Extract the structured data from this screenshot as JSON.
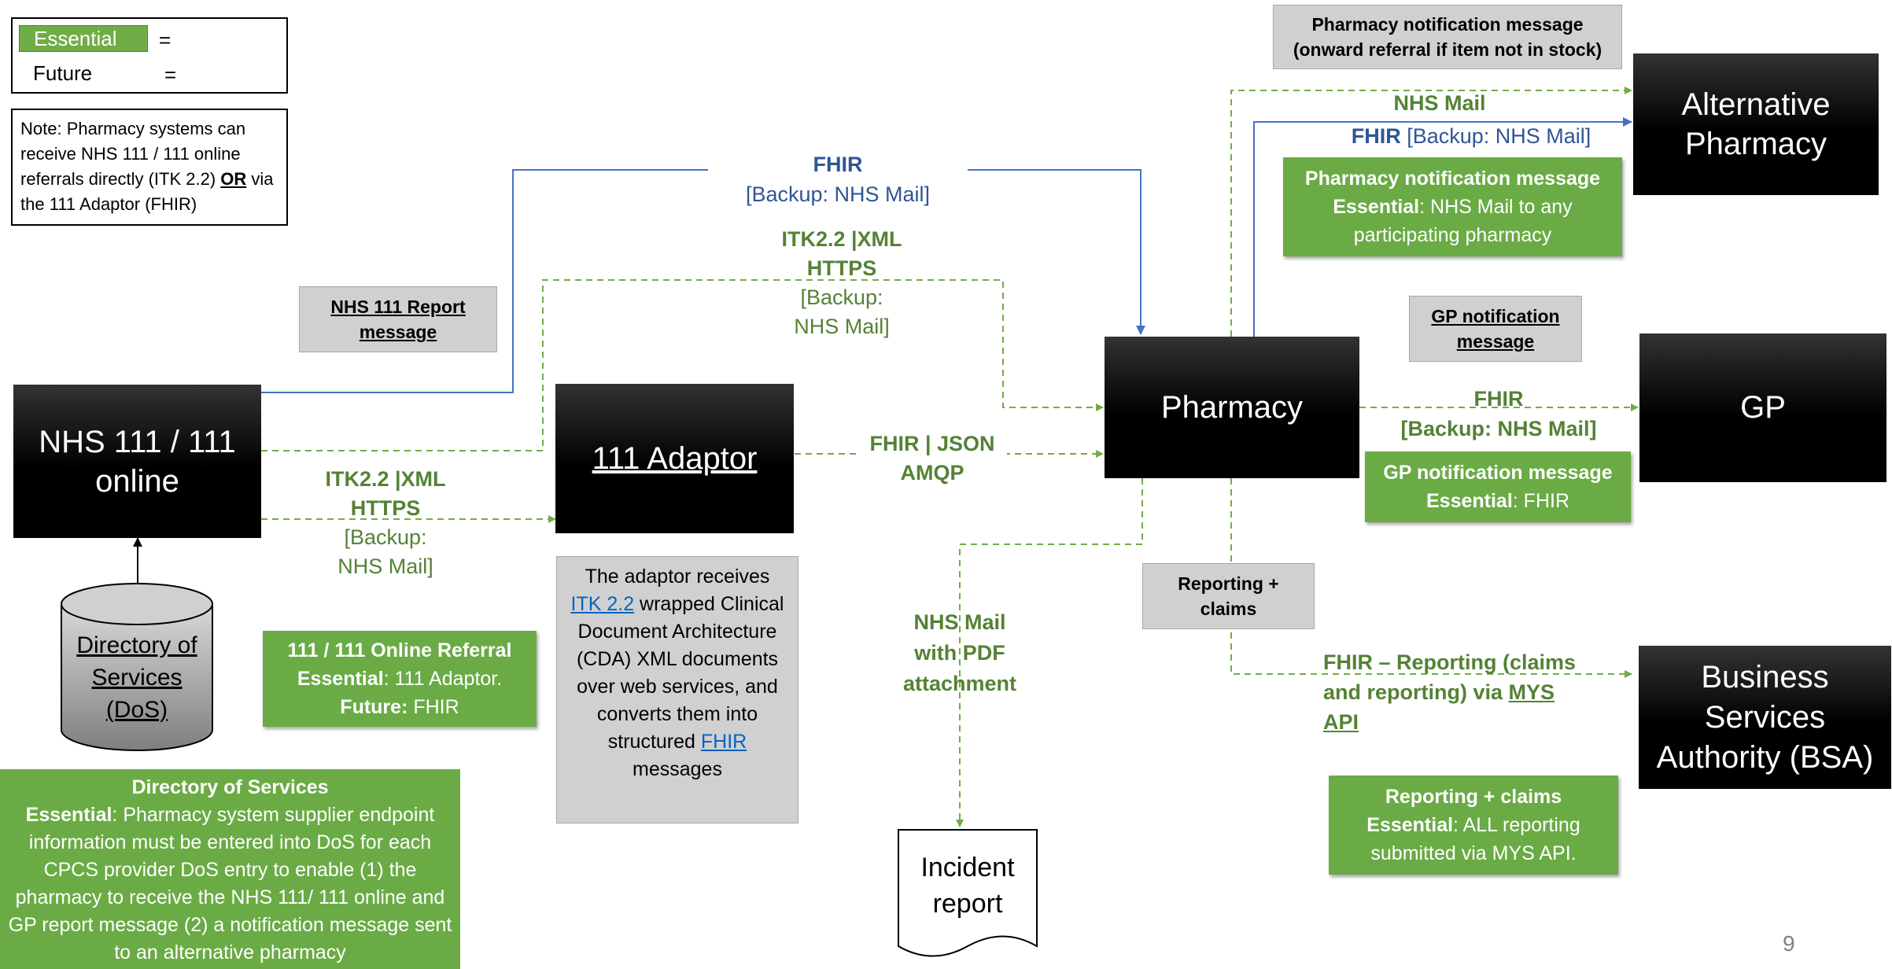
{
  "legend": {
    "essential_label": "Essential",
    "future_label": "Future",
    "equals": "="
  },
  "note": {
    "prefix": "Note:  Pharmacy systems can receive NHS 111 / 111 online referrals directly (ITK 2.2) ",
    "or": "OR",
    "suffix": " via the 111 Adaptor (FHIR)"
  },
  "nodes": {
    "nhs111": "NHS 111 / 111 online",
    "adaptor": "111 Adaptor",
    "pharmacy": "Pharmacy",
    "alt_pharmacy": "Alternative Pharmacy",
    "gp": "GP",
    "bsa": "Business Services Authority (BSA)",
    "dos": "Directory of Services (DoS)",
    "incident": "Incident report"
  },
  "gray_labels": {
    "nhs111_report": "NHS 111 Report message",
    "pharm_notif_1": "Pharmacy notification message",
    "pharm_notif_2": "(onward referral if item not in stock)",
    "gp_notif": "GP notification message",
    "reporting": "Reporting + claims"
  },
  "adaptor_desc": {
    "p1": "The adaptor receives ",
    "link1": "ITK 2.2",
    "p2": " wrapped Clinical Document Architecture (CDA) XML documents over web services, and converts them into structured ",
    "link2": "FHIR",
    "p3": " messages"
  },
  "edge_labels": {
    "fhir_top": "FHIR",
    "backup_top": "[Backup: NHS Mail]",
    "itk_top_1": "ITK2.2 |XML",
    "itk_top_2": "HTTPS",
    "itk_top_backup": "[Backup: NHS Mail]",
    "itk_left_1": "ITK2.2 |XML",
    "itk_left_2": "HTTPS",
    "itk_left_backup": "[Backup: NHS Mail]",
    "fhir_json_1": "FHIR | JSON",
    "fhir_json_2": "AMQP",
    "nhsmail_pdf_1": "NHS Mail",
    "nhsmail_pdf_2": "with PDF",
    "nhsmail_pdf_3": "attachment",
    "alt_nhsmail": "NHS Mail",
    "alt_fhir": "FHIR",
    "alt_backup": "[Backup: NHS Mail]",
    "gp_fhir": "FHIR",
    "gp_backup": "[Backup: NHS Mail]",
    "bsa_label_1": "FHIR –  Reporting (claims",
    "bsa_label_2": "and reporting) via ",
    "bsa_label_3": "MYS",
    "bsa_label_4": "API"
  },
  "green_boxes": {
    "referral_title": "111 / 111 Online  Referral",
    "referral_essential_key": "Essential",
    "referral_essential_val": ": 111 Adaptor.",
    "referral_future_key": "Future:",
    "referral_future_val": " FHIR",
    "dos_title": "Directory of Services",
    "dos_key": "Essential",
    "dos_val": ": Pharmacy system supplier endpoint information must be entered into DoS for each CPCS provider DoS entry to enable (1) the pharmacy to receive the NHS 111/ 111 online and GP report message (2) a notification message sent to an alternative pharmacy",
    "pharm_title": "Pharmacy notification message",
    "pharm_key": "Essential",
    "pharm_val": ": NHS Mail to any participating pharmacy",
    "gp_title": "GP notification message",
    "gp_key": "Essential",
    "gp_val": ": FHIR",
    "rep_title": "Reporting + claims",
    "rep_key": "Essential",
    "rep_val": ": ALL reporting submitted via MYS API."
  },
  "page_number": "9",
  "colors": {
    "essential_green": "#70ad47",
    "future_blue": "#4472c4",
    "box_green": "#6aab45",
    "label_green": "#548235",
    "label_blue": "#2f5597"
  }
}
